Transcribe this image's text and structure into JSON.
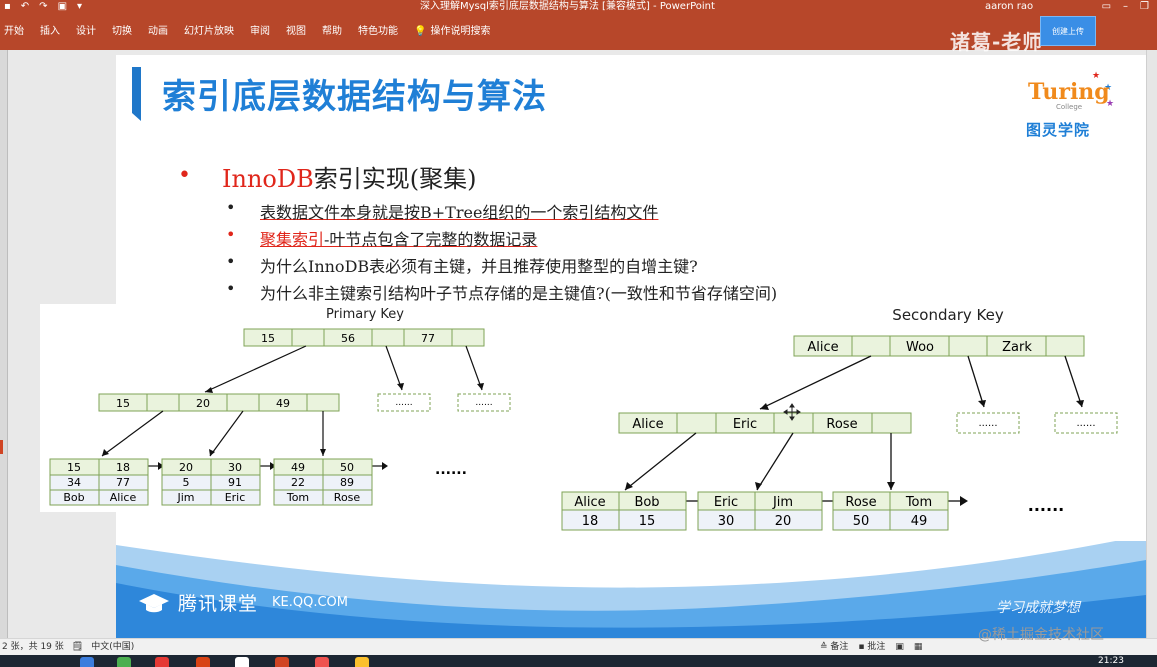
{
  "window": {
    "title": "深入理解Mysql索引底层数据结构与算法 [兼容模式] - PowerPoint",
    "user": "aaron rao"
  },
  "ribbon": {
    "tabs": [
      "开始",
      "插入",
      "设计",
      "切换",
      "动画",
      "幻灯片放映",
      "审阅",
      "视图",
      "帮助",
      "特色功能"
    ],
    "tell_me": "操作说明搜索",
    "watermark": "诸葛-老师",
    "upload_label": "创建上传"
  },
  "slide": {
    "title": "索引底层数据结构与算法",
    "logo": {
      "en": "Turing",
      "college": "College",
      "cn": "图灵学院"
    },
    "main_bullet": {
      "red": "InnoDB",
      "rest": "索引实现(聚集)"
    },
    "sub_bullets": [
      {
        "red": "",
        "text": "表数据文件本身就是按B+Tree组织的一个索引结构文件"
      },
      {
        "red": "聚集索引",
        "text": "-叶节点包含了完整的数据记录"
      },
      {
        "red": "",
        "text": "为什么InnoDB表必须有主键，并且推荐使用整型的自增主键?"
      },
      {
        "red": "",
        "text": "为什么非主键索引结构叶子节点存储的是主键值?(一致性和节省存储空间)"
      }
    ],
    "primary": {
      "title": "Primary Key",
      "root": [
        "15",
        "56",
        "77"
      ],
      "level2": [
        "15",
        "20",
        "49"
      ],
      "placeholder": "......",
      "leaves": [
        {
          "keys": [
            "15",
            "18"
          ],
          "row2": [
            "34",
            "77"
          ],
          "row3": [
            "Bob",
            "Alice"
          ]
        },
        {
          "keys": [
            "20",
            "30"
          ],
          "row2": [
            "5",
            "91"
          ],
          "row3": [
            "Jim",
            "Eric"
          ]
        },
        {
          "keys": [
            "49",
            "50"
          ],
          "row2": [
            "22",
            "89"
          ],
          "row3": [
            "Tom",
            "Rose"
          ]
        }
      ],
      "ellipsis": "......"
    },
    "secondary": {
      "title": "Secondary Key",
      "root": [
        "Alice",
        "Woo",
        "Zark"
      ],
      "level2": [
        "Alice",
        "Eric",
        "Rose"
      ],
      "placeholder": "......",
      "leaves": [
        {
          "keys": [
            "Alice",
            "Bob"
          ],
          "values": [
            "18",
            "15"
          ]
        },
        {
          "keys": [
            "Eric",
            "Jim"
          ],
          "values": [
            "30",
            "20"
          ]
        },
        {
          "keys": [
            "Rose",
            "Tom"
          ],
          "values": [
            "50",
            "49"
          ]
        }
      ],
      "ellipsis": "......"
    },
    "footer": {
      "brand": "腾讯课堂",
      "url": "KE.QQ.COM",
      "slogan": "学习成就梦想"
    }
  },
  "statusbar": {
    "slide_info": "2 张，共 19 张",
    "language": "中文(中国)",
    "notes": "备注",
    "comments": "批注",
    "watermark": "@稀土掘金技术社区",
    "clock": "21:23"
  },
  "colors": {
    "ribbon": "#b7472a",
    "title_blue": "#1f7fd6",
    "bullet_red": "#e0261b",
    "node_fill": "#eaf3dd",
    "node_border": "#7fa356",
    "leaf_value_fill": "#eef2f8"
  }
}
